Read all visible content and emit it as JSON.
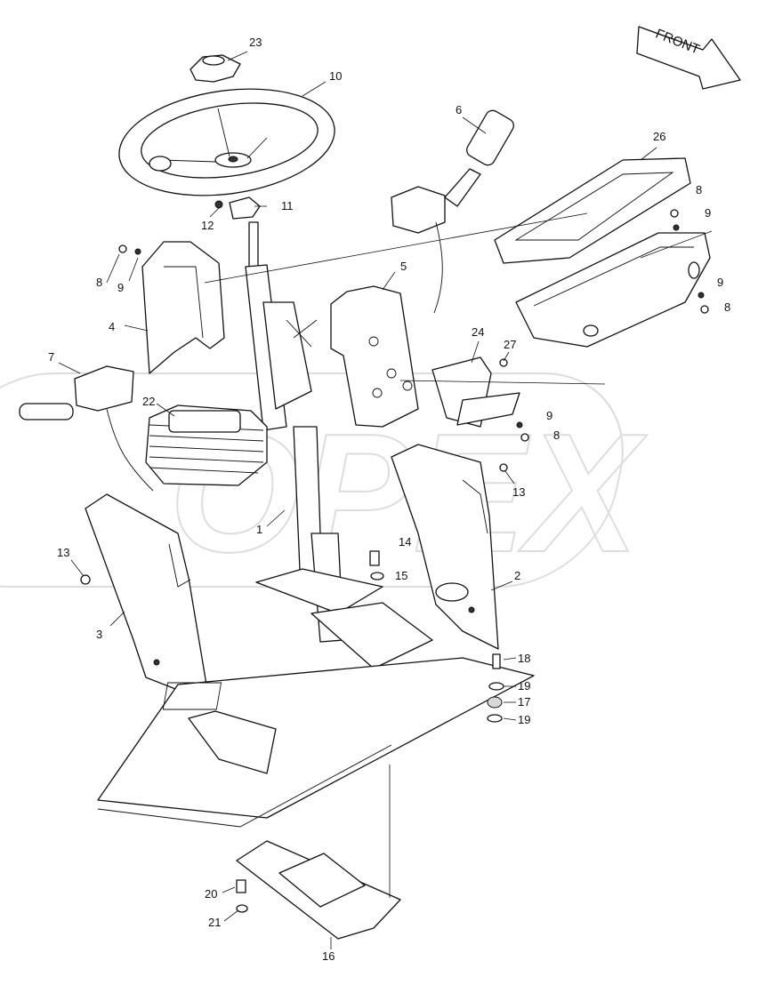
{
  "direction_arrow": {
    "label": "FRONT"
  },
  "watermark": {
    "text": "OPEX"
  },
  "callouts": [
    "23",
    "10",
    "6",
    "26",
    "8",
    "9",
    "11",
    "12",
    "8",
    "9",
    "4",
    "5",
    "7",
    "22",
    "24",
    "27",
    "9",
    "8",
    "1",
    "13",
    "14",
    "15",
    "13",
    "2",
    "3",
    "18",
    "19",
    "17",
    "19",
    "20",
    "21",
    "16",
    "8",
    "9",
    "9",
    "8"
  ]
}
